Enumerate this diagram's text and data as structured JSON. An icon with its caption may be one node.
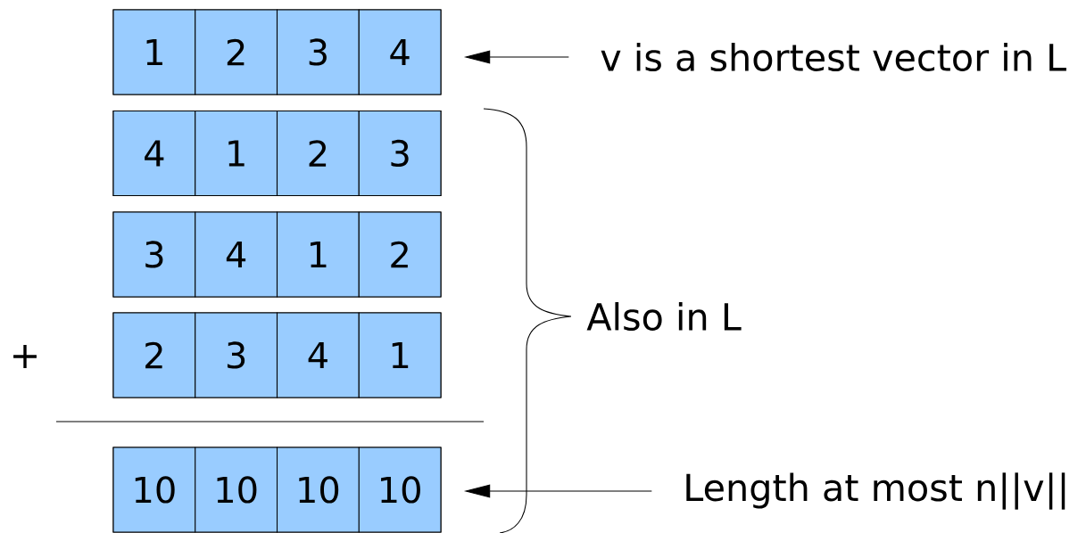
{
  "diagram": {
    "nodes": [
      {
        "text": [],
        "shape": "box"
      },
      {
        "text": [
          "1"
        ],
        "in": 0
      },
      {
        "text": [
          "2"
        ],
        "in": 0
      },
      {
        "text": [
          "3"
        ],
        "in": 0
      },
      {
        "text": [
          "4"
        ],
        "in": 0
      },
      {
        "text": [
          "v is a shortest vector in L"
        ]
      },
      {
        "text": [],
        "shape": "box"
      },
      {
        "text": [
          "4"
        ],
        "in": 6
      },
      {
        "text": [
          "1"
        ],
        "in": 6
      },
      {
        "text": [
          "2"
        ],
        "in": 6
      },
      {
        "text": [
          "3"
        ],
        "in": 6
      },
      {
        "text": [],
        "shape": "box"
      },
      {
        "text": [
          "3"
        ],
        "in": 11
      },
      {
        "text": [
          "4"
        ],
        "in": 11
      },
      {
        "text": [
          "1"
        ],
        "in": 11
      },
      {
        "text": [
          "2"
        ],
        "in": 11
      },
      {
        "text": [],
        "shape": "box"
      },
      {
        "text": [
          "2"
        ],
        "in": 16
      },
      {
        "text": [
          "3"
        ],
        "in": 16
      },
      {
        "text": [
          "4"
        ],
        "in": 16
      },
      {
        "text": [
          "1"
        ],
        "in": 16
      },
      {
        "text": [],
        "shape": "box"
      },
      {
        "text": [
          "10"
        ],
        "in": 21
      },
      {
        "text": [
          "10"
        ],
        "in": 21
      },
      {
        "text": [
          "10"
        ],
        "in": 21
      },
      {
        "text": [
          "10"
        ],
        "in": 21
      },
      {
        "text": [
          "Length at most n||v||"
        ]
      }
    ],
    "edges": [
      {
        "from": 5,
        "to": 0,
        "arrow": "to"
      },
      {
        "from": 26,
        "to": 21,
        "arrow": "to"
      }
    ],
    "labels": [
      "Also in L",
      "+"
    ]
  }
}
